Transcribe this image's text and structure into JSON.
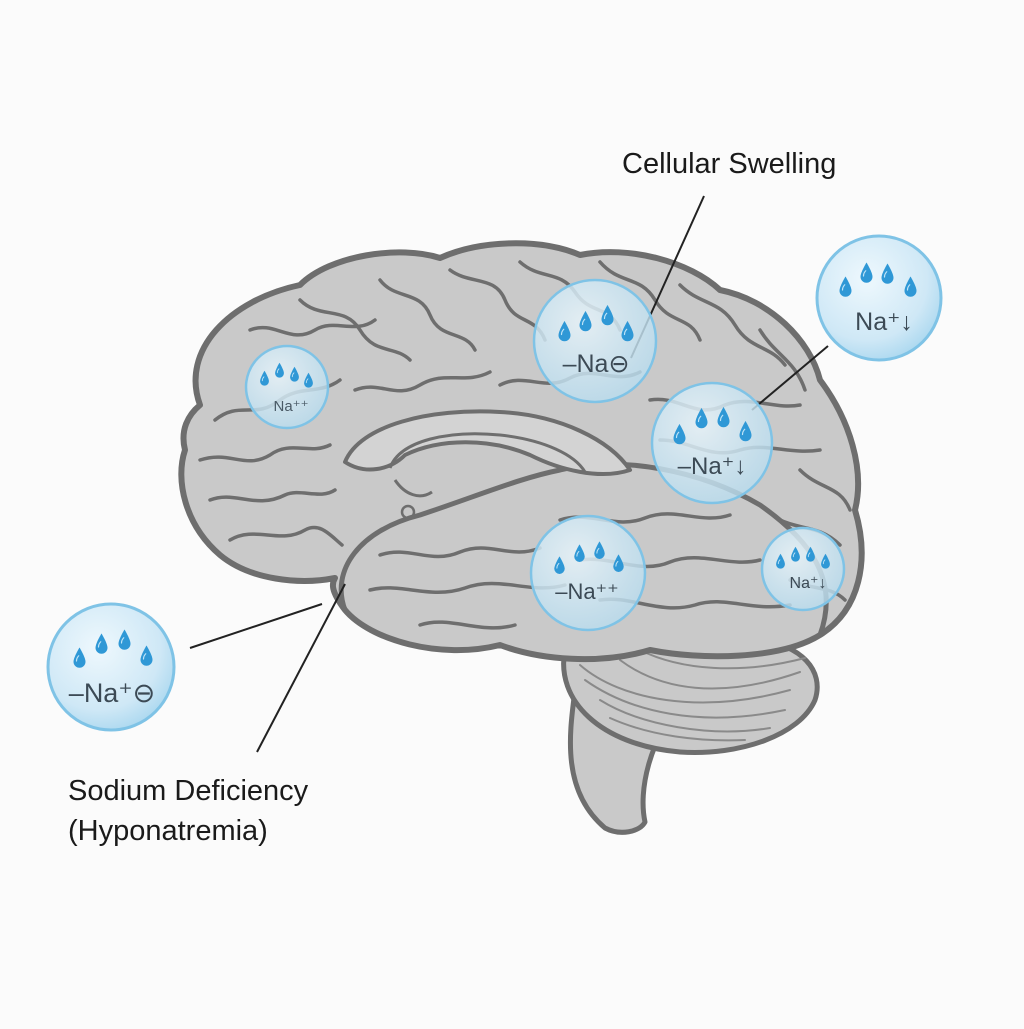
{
  "labels": {
    "swelling": "Cellular Swelling",
    "deficiency_line1": "Sodium Deficiency",
    "deficiency_line2": "(Hyponatremia)"
  },
  "bubbles": [
    {
      "id": "bubble-frontal-small",
      "label": "Na⁺⁺"
    },
    {
      "id": "bubble-parietal-top",
      "label": "–Na⊖"
    },
    {
      "id": "bubble-outside-right",
      "label": "Na⁺↓"
    },
    {
      "id": "bubble-parietal-mid",
      "label": "–Na⁺↓"
    },
    {
      "id": "bubble-temporal",
      "label": "–Na⁺⁺"
    },
    {
      "id": "bubble-occipital",
      "label": "Na⁺↓"
    },
    {
      "id": "bubble-outside-left",
      "label": "–Na⁺⊖"
    }
  ],
  "colors": {
    "background": "#fbfbfb",
    "brain_fill": "#c9c9c9",
    "brain_outline": "#6e6e6e",
    "bubble_fill": "#cfe8f6",
    "bubble_stroke": "#7fc3e6",
    "droplet": "#2f98d6",
    "leader_line": "#222222"
  },
  "icons": [
    "water-droplet-icon",
    "brain-illustration"
  ]
}
